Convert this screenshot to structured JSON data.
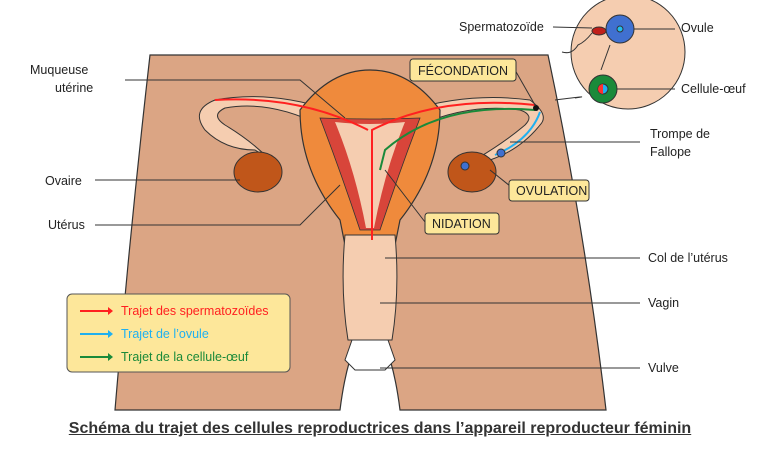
{
  "labels": {
    "muqueuse_1": "Muqueuse",
    "muqueuse_2": "utérine",
    "ovaire": "Ovaire",
    "uterus": "Utérus",
    "spermatozoide": "Spermatozoïde",
    "ovule": "Ovule",
    "cellule_oeuf": "Cellule-œuf",
    "trompe_1": "Trompe de",
    "trompe_2": "Fallope",
    "col": "Col de l’utérus",
    "vagin": "Vagin",
    "vulve": "Vulve"
  },
  "steps": {
    "fecondation": "FÉCONDATION",
    "ovulation": "OVULATION",
    "nidation": "NIDATION"
  },
  "legend": [
    {
      "label": "Trajet des spermatozoïdes",
      "color": "#ff2020"
    },
    {
      "label": "Trajet de l’ovule",
      "color": "#20b0f0"
    },
    {
      "label": "Trajet de la cellule-œuf",
      "color": "#1a8a3a"
    }
  ],
  "caption": "Schéma du trajet des cellules reproductrices dans l’appareil reproducteur féminin"
}
